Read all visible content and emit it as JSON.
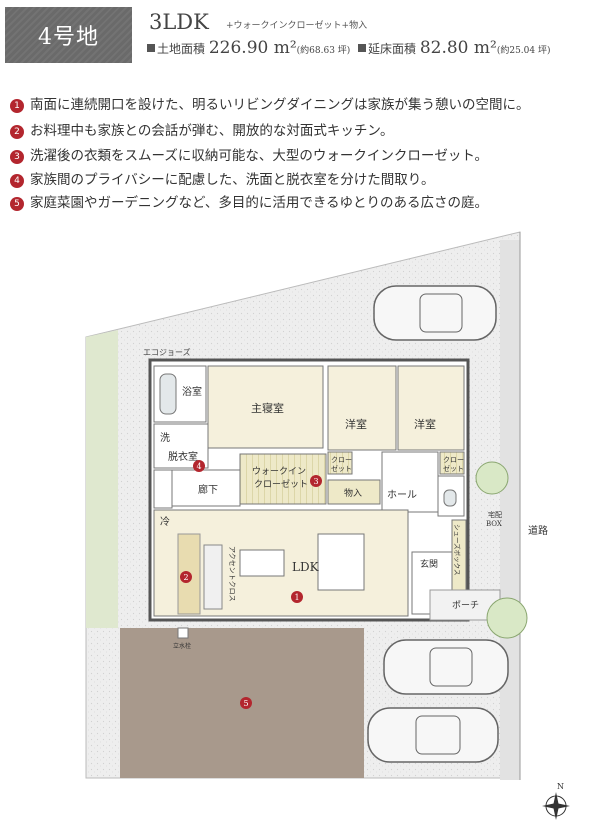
{
  "header": {
    "lot": "4号地",
    "type": "3LDK",
    "type_sub": "+ウォークインクローゼット+物入",
    "land_label": "土地面積",
    "land_value": "226.90 m²",
    "land_tsubo": "(約68.63 坪)",
    "floor_label": "延床面積",
    "floor_value": "82.80 m²",
    "floor_tsubo": "(約25.04 坪)"
  },
  "features": [
    {
      "num": "1",
      "text": "南面に連続開口を設けた、明るいリビングダイニングは家族が集う憩いの空間に。"
    },
    {
      "num": "2",
      "text": "お料理中も家族との会話が弾む、開放的な対面式キッチン。"
    },
    {
      "num": "3",
      "text": "洗濯後の衣類をスムーズに収納可能な、大型のウォークインクローゼット。"
    },
    {
      "num": "4",
      "text": "家族間のプライバシーに配慮した、洗面と脱衣室を分けた間取り。"
    },
    {
      "num": "5",
      "text": "家庭菜園やガーデニングなど、多目的に活用できるゆとりのある広さの庭。"
    }
  ],
  "plan": {
    "eco": "エコジョーズ",
    "bath": "浴室",
    "wash": "洗",
    "dressing": "脱衣室",
    "master": "主寝室",
    "western1": "洋室",
    "western2": "洋室",
    "corridor": "廊下",
    "wic1": "ウォークイン",
    "wic2": "クローゼット",
    "closet1": "クロー",
    "closet1b": "ゼット",
    "closet2": "クロー",
    "closet2b": "ゼット",
    "storage": "物入",
    "hall": "ホール",
    "fridge": "冷",
    "ldk": "LDK",
    "accent": "アクセントクロス",
    "shoes": "シューズボックス",
    "entrance": "玄関",
    "porch": "ポーチ",
    "delivery1": "宅配",
    "delivery2": "BOX",
    "road": "道路",
    "faucet": "立水栓",
    "north": "N",
    "markers": [
      "1",
      "2",
      "3",
      "4",
      "5"
    ]
  },
  "colors": {
    "accent_red": "#b3262e",
    "header_box": "#6a6a6a",
    "garden_brown": "#a8998c",
    "grass_green": "#dfe8cf",
    "floor_cream": "#f5f0dc",
    "gravel": "#ececec"
  }
}
